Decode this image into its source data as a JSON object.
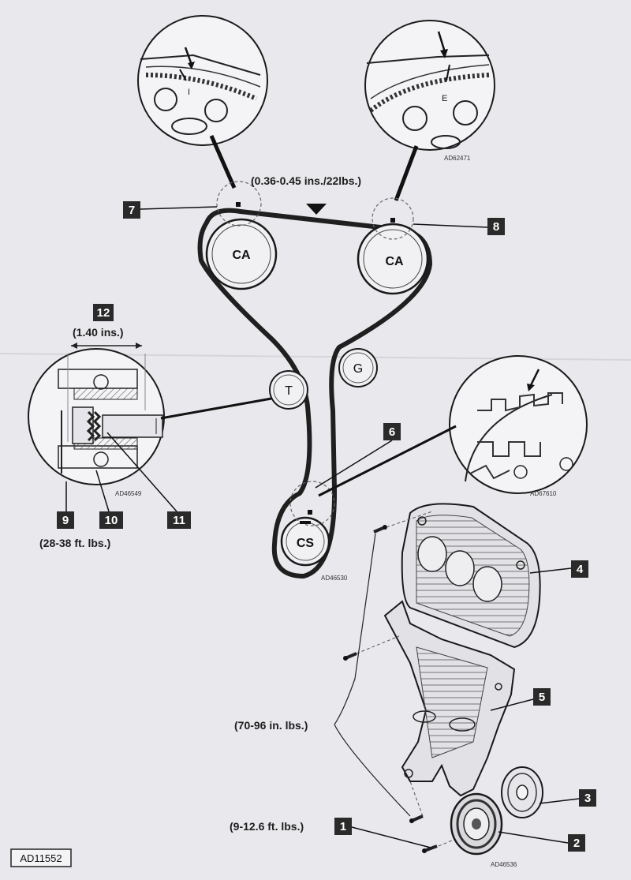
{
  "figure_code": "AD11552",
  "specs": {
    "belt_tension": "(0.36-0.45 ins./22lbs.)",
    "tensioner_length": "(1.40 ins.)",
    "tensioner_torque": "(28-38 ft. lbs.)",
    "cover_bolt_torque": "(70-96 in. lbs.)",
    "crank_bolt_torque": "(9-12.6 ft. lbs.)"
  },
  "pulleys": {
    "cam_left": "CA",
    "cam_right": "CA",
    "tensioner": "T",
    "idler": "G",
    "crank": "CS"
  },
  "detail_marks": {
    "intake": "I",
    "exhaust": "E"
  },
  "image_codes": {
    "cam_detail": "AD62471",
    "tensioner_detail": "AD46549",
    "crank_detail": "AD67610",
    "belt_route": "AD46530",
    "covers": "AD46536"
  },
  "callouts": [
    "1",
    "2",
    "3",
    "4",
    "5",
    "6",
    "7",
    "8",
    "9",
    "10",
    "11",
    "12"
  ],
  "colors": {
    "paper": "#e9e8ec",
    "ink": "#1a1a1a",
    "callout_bg": "#2a2a2a"
  }
}
